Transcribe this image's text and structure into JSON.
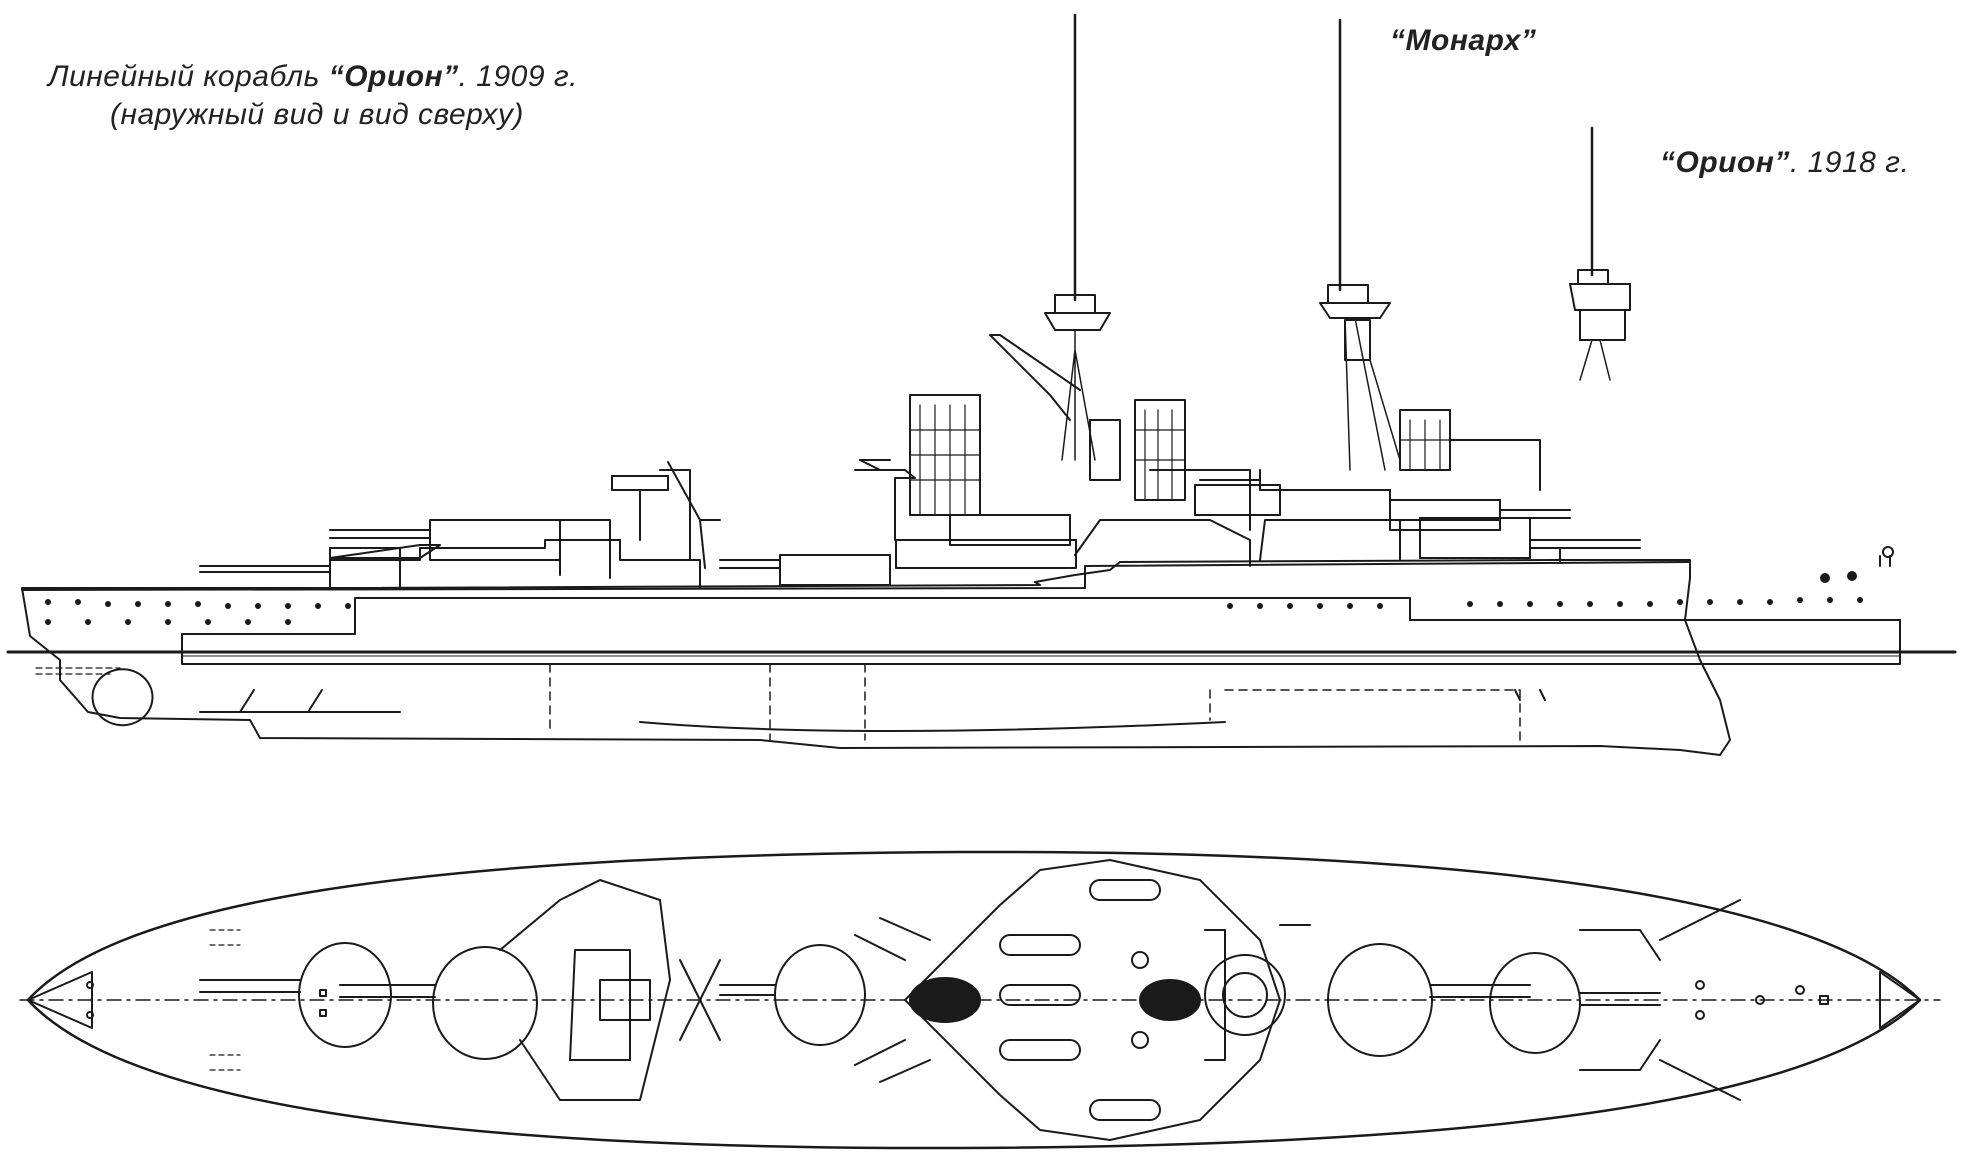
{
  "captions": {
    "main_prefix": "Линейный корабль ",
    "main_name": "“Орион”",
    "main_suffix": ". 1909 г.",
    "main_line2": "(наружный вид и вид сверху)",
    "monarch": "“Монарх”",
    "orion_1918_name": "“Орион”",
    "orion_1918_suffix": ". 1918 г."
  },
  "colors": {
    "ink": "#1a1a1a",
    "paper": "#ffffff"
  }
}
